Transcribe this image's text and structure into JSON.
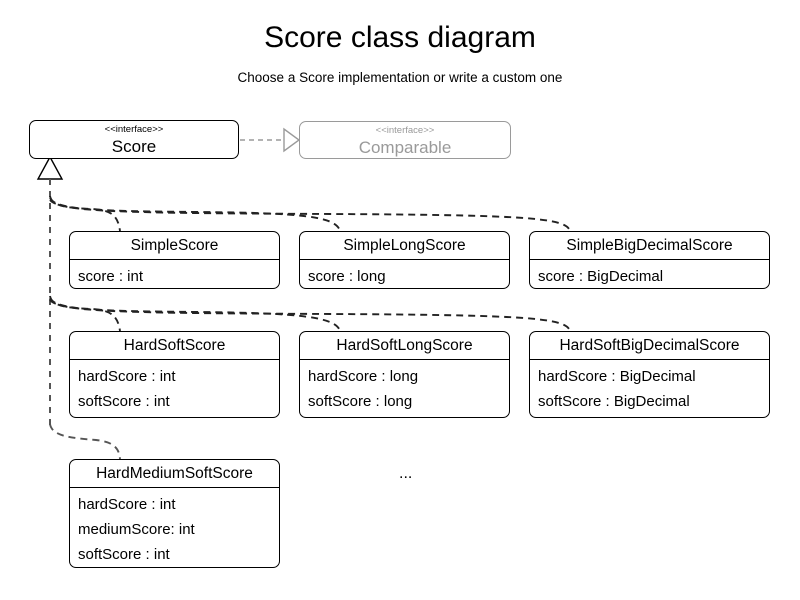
{
  "diagram": {
    "title": "Score class diagram",
    "subtitle": "Choose a Score implementation or write a custom one",
    "ellipsis": "...",
    "stereotype": "<<interface>>",
    "colors": {
      "ink": "#000000",
      "muted": "#9a9a9a",
      "background": "#ffffff"
    },
    "interfaces": [
      {
        "id": "score",
        "stereotype": "<<interface>>",
        "name": "Score",
        "style": "solid"
      },
      {
        "id": "comparable",
        "stereotype": "<<interface>>",
        "name": "Comparable",
        "style": "muted"
      }
    ],
    "classes": [
      {
        "id": "simple-score",
        "name": "SimpleScore",
        "attributes": [
          "score : int"
        ]
      },
      {
        "id": "simple-long-score",
        "name": "SimpleLongScore",
        "attributes": [
          "score : long"
        ]
      },
      {
        "id": "simple-big-decimal-score",
        "name": "SimpleBigDecimalScore",
        "attributes": [
          "score : BigDecimal"
        ]
      },
      {
        "id": "hard-soft-score",
        "name": "HardSoftScore",
        "attributes": [
          "hardScore : int",
          "softScore : int"
        ]
      },
      {
        "id": "hard-soft-long-score",
        "name": "HardSoftLongScore",
        "attributes": [
          "hardScore : long",
          "softScore : long"
        ]
      },
      {
        "id": "hard-soft-big-decimal-score",
        "name": "HardSoftBigDecimalScore",
        "attributes": [
          "hardScore : BigDecimal",
          "softScore : BigDecimal"
        ]
      },
      {
        "id": "hard-medium-soft-score",
        "name": "HardMediumSoftScore",
        "attributes": [
          "hardScore : int",
          "mediumScore: int",
          "softScore : int"
        ]
      }
    ],
    "relationships": [
      {
        "type": "realization",
        "from": "Score",
        "to": "Comparable",
        "line": "dashed",
        "arrowhead": "hollow-triangle"
      },
      {
        "type": "generalization",
        "from": "SimpleScore",
        "to": "Score",
        "line": "dashed",
        "arrowhead": "hollow-triangle"
      },
      {
        "type": "generalization",
        "from": "SimpleLongScore",
        "to": "Score",
        "line": "dashed",
        "arrowhead": "hollow-triangle"
      },
      {
        "type": "generalization",
        "from": "SimpleBigDecimalScore",
        "to": "Score",
        "line": "dashed",
        "arrowhead": "hollow-triangle"
      },
      {
        "type": "generalization",
        "from": "HardSoftScore",
        "to": "Score",
        "line": "dashed",
        "arrowhead": "hollow-triangle"
      },
      {
        "type": "generalization",
        "from": "HardSoftLongScore",
        "to": "Score",
        "line": "dashed",
        "arrowhead": "hollow-triangle"
      },
      {
        "type": "generalization",
        "from": "HardSoftBigDecimalScore",
        "to": "Score",
        "line": "dashed",
        "arrowhead": "hollow-triangle"
      },
      {
        "type": "generalization",
        "from": "HardMediumSoftScore",
        "to": "Score",
        "line": "dashed",
        "arrowhead": "hollow-triangle"
      }
    ]
  }
}
